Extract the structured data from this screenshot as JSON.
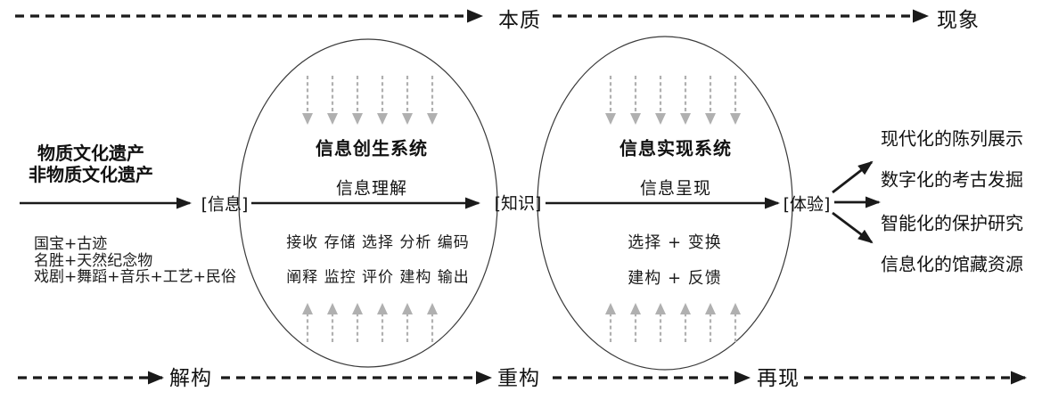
{
  "diagram": {
    "top_axis": {
      "left_label": "本质",
      "right_label": "现象"
    },
    "bottom_axis": {
      "labels": [
        "解构",
        "重构",
        "再现"
      ]
    },
    "source": {
      "title_line1": "物质文化遗产",
      "title_line2": "非物质文化遗产",
      "items": [
        "国宝+古迹",
        "名胜+天然纪念物",
        "戏剧+舞蹈+音乐+工艺+民俗"
      ]
    },
    "flow_labels": {
      "information": "[信息]",
      "knowledge": "[知识]",
      "experience": "[体验]"
    },
    "system1": {
      "title": "信息创生系统",
      "subtitle": "信息理解",
      "row1": "接收 存储 选择 分析 编码",
      "row2": "阐释 监控 评价 建构 输出"
    },
    "system2": {
      "title": "信息实现系统",
      "subtitle": "信息呈现",
      "row1": "选择 + 变换",
      "row2": "建构 + 反馈"
    },
    "outputs": [
      "现代化的陈列展示",
      "数字化的考古发掘",
      "智能化的保护研究",
      "信息化的馆藏资源"
    ],
    "colors": {
      "text": "#111111",
      "line": "#1a1a1a",
      "ellipse_stroke": "#3a3a3a",
      "gray_arrow": "#b0b0b0"
    }
  }
}
